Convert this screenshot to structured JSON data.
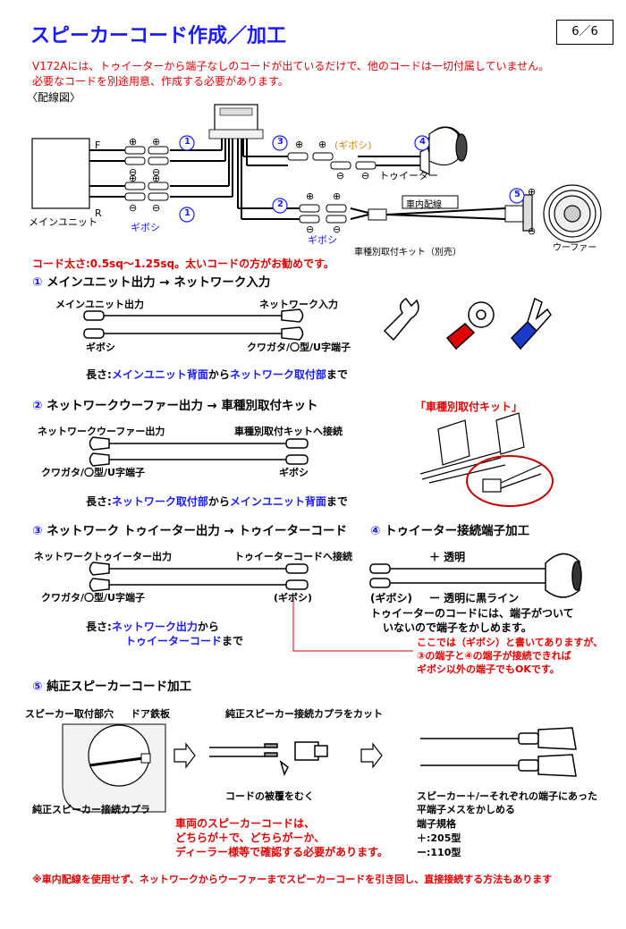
{
  "title": "スピーカーコード作成／加工",
  "page": "6／6",
  "intro": {
    "line1": "V172Aには、トゥイーターから端子なしのコードが出ているだけで、他のコードは一切付属していません。",
    "line2": "必要なコードを別途用意、作成する必要があります。"
  },
  "wiring": {
    "heading": "〈配線図〉",
    "main_unit": "メインユニット",
    "front": "F",
    "rear": "R",
    "gibosi_1": "ギボシ",
    "gibosi_2": "ギボシ",
    "gibosi_3": "(ギボシ)",
    "tweeter": "トゥイーター",
    "in_car": "車内配線",
    "kit": "車種別取付キット（別売）",
    "woofer": "ウーファー",
    "plus": "⊕",
    "minus": "⊖",
    "c1": "1",
    "c2": "2",
    "c3": "3",
    "c4": "4",
    "c5": "5"
  },
  "code_note": "コード太さ:0.5sq～1.25sq。太いコードの方がお勧めです。",
  "s1": {
    "num": "①",
    "title": "メインユニット出力 → ネットワーク入力",
    "left_top": "メインユニット出力",
    "right_top": "ネットワーク入力",
    "left_bottom": "ギボシ",
    "right_bottom": "クワガタ/〇型/U字端子",
    "len_label": "長さ:",
    "len_from": "メインユニット背面",
    "len_mid": "から",
    "len_to": "ネットワーク取付部",
    "len_end": "まで"
  },
  "s2": {
    "num": "②",
    "title": "ネットワークウーファー出力 → 車種別取付キット",
    "left_top": "ネットワークウーファー出力",
    "right_top": "車種別取付キットへ接続",
    "left_bottom": "クワガタ/〇型/U字端子",
    "right_bottom": "ギボシ",
    "len_label": "長さ:",
    "len_from": "ネットワーク取付部",
    "len_mid": "から",
    "len_to": "メインユニット背面",
    "len_end": "まで",
    "kit_label": "「車種別取付キット」"
  },
  "s3": {
    "num": "③",
    "title": "ネットワーク トゥイーター出力 → トゥイーターコード",
    "left_top": "ネットワークトゥイーター出力",
    "right_top": "トゥイーターコードへ接続",
    "left_bottom": "クワガタ/〇型/U字端子",
    "right_bottom": "(ギボシ)",
    "len_label": "長さ:",
    "len_from": "ネットワーク出力",
    "len_mid": "から",
    "len_to": "トゥイーターコード",
    "len_end": "まで"
  },
  "s4": {
    "num": "④",
    "title": "トゥイーター接続端子加工",
    "plus_label": "＋ 透明",
    "minus_gibosi": "(ギボシ)",
    "minus_label": "ー 透明に黒ライン",
    "desc1": "トゥイーターのコードには、端子がついて",
    "desc2": "いないので端子をかしめます。",
    "note1": "ここでは（ギボシ）と書いてありますが、",
    "note2": "③の端子と④の端子が接続できれば",
    "note3": "ギボシ以外の端子でもOKです。"
  },
  "s5": {
    "num": "⑤",
    "title": "純正スピーカーコード加工",
    "hole": "スピーカー取付部穴",
    "door": "ドア鉄板",
    "coupler_cut": "純正スピーカー接続カプラをカット",
    "coupler": "純正スピーカー接続カプラ",
    "strip": "コードの被覆をむく",
    "warn1": "車両のスピーカーコードは、",
    "warn2": "どちらが＋で、どちらがーか、",
    "warn3": "ディーラー様等で確認する必要があります。",
    "r1": "スピーカー＋/ーそれぞれの端子にあった",
    "r2": "平端子メスをかしめる",
    "r3": "端子規格",
    "r4": "＋:205型",
    "r5": "ー:110型"
  },
  "footnote": "※車内配線を使用せず、ネットワークからウーファーまでスピーカーコードを引き回し、直接接続する方法もあります",
  "colors": {
    "accent_blue": "#1a1aff",
    "accent_red": "#e60000",
    "orange": "#e08000"
  }
}
